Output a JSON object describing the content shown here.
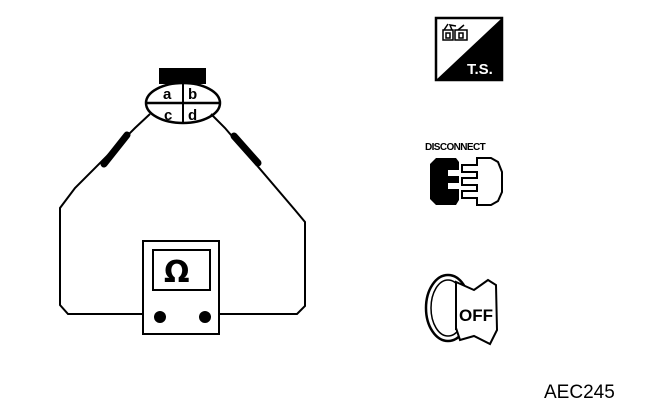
{
  "diagram": {
    "type": "continuity-check-wiring",
    "connector": {
      "terminals": [
        "a",
        "b",
        "c",
        "d"
      ]
    },
    "meter": {
      "symbol": "Ω",
      "unit": "ohmmeter"
    },
    "icons": {
      "ts": {
        "label": "T.S.",
        "meaning": "troubleshooting"
      },
      "disconnect": {
        "label": "DISCONNECT"
      },
      "ignition": {
        "label": "OFF"
      }
    },
    "figure_code": "AEC245",
    "colors": {
      "ink": "#000000",
      "paper": "#ffffff"
    }
  }
}
